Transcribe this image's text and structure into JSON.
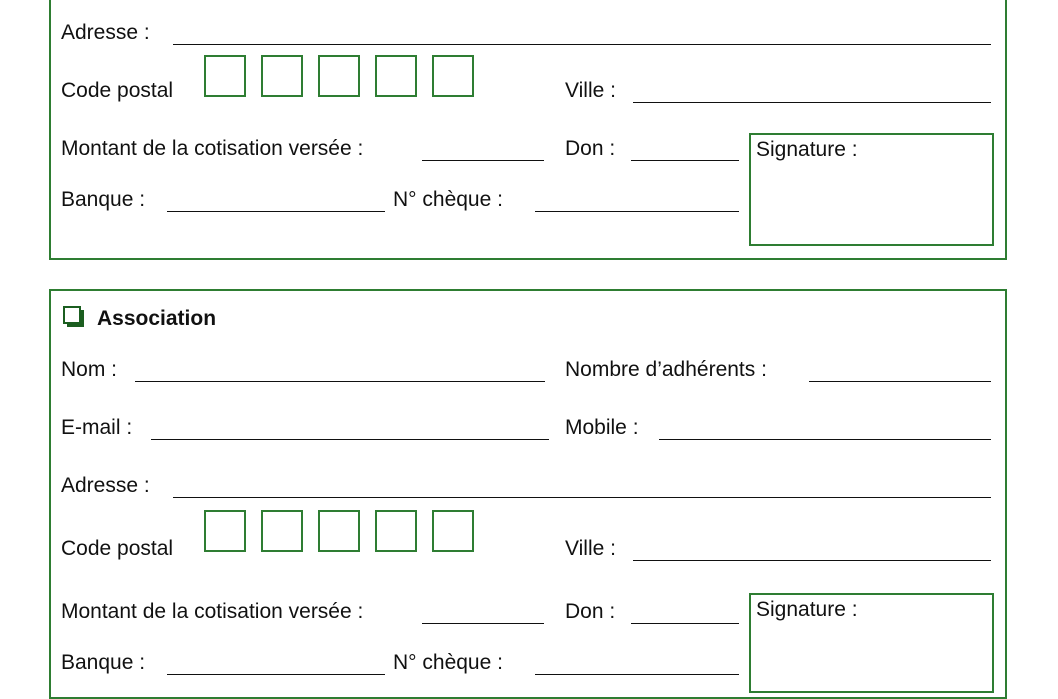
{
  "member": {
    "address_label": "Adresse :",
    "postal_label": "Code postal",
    "city_label": "Ville :",
    "amount_label": "Montant de la cotisation versée :",
    "donation_label": "Don :",
    "signature_label": "Signature :",
    "bank_label": "Banque :",
    "cheque_label": "N° chèque :"
  },
  "association": {
    "title": "Association",
    "name_label": "Nom :",
    "members_count_label": "Nombre d’adhérents :",
    "email_label": "E-mail :",
    "mobile_label": "Mobile :",
    "address_label": "Adresse :",
    "postal_label": "Code postal",
    "city_label": "Ville :",
    "amount_label": "Montant de la cotisation versée :",
    "donation_label": "Don :",
    "signature_label": "Signature :",
    "bank_label": "Banque :",
    "cheque_label": "N° chèque :"
  },
  "colors": {
    "border": "#2e7d32"
  }
}
